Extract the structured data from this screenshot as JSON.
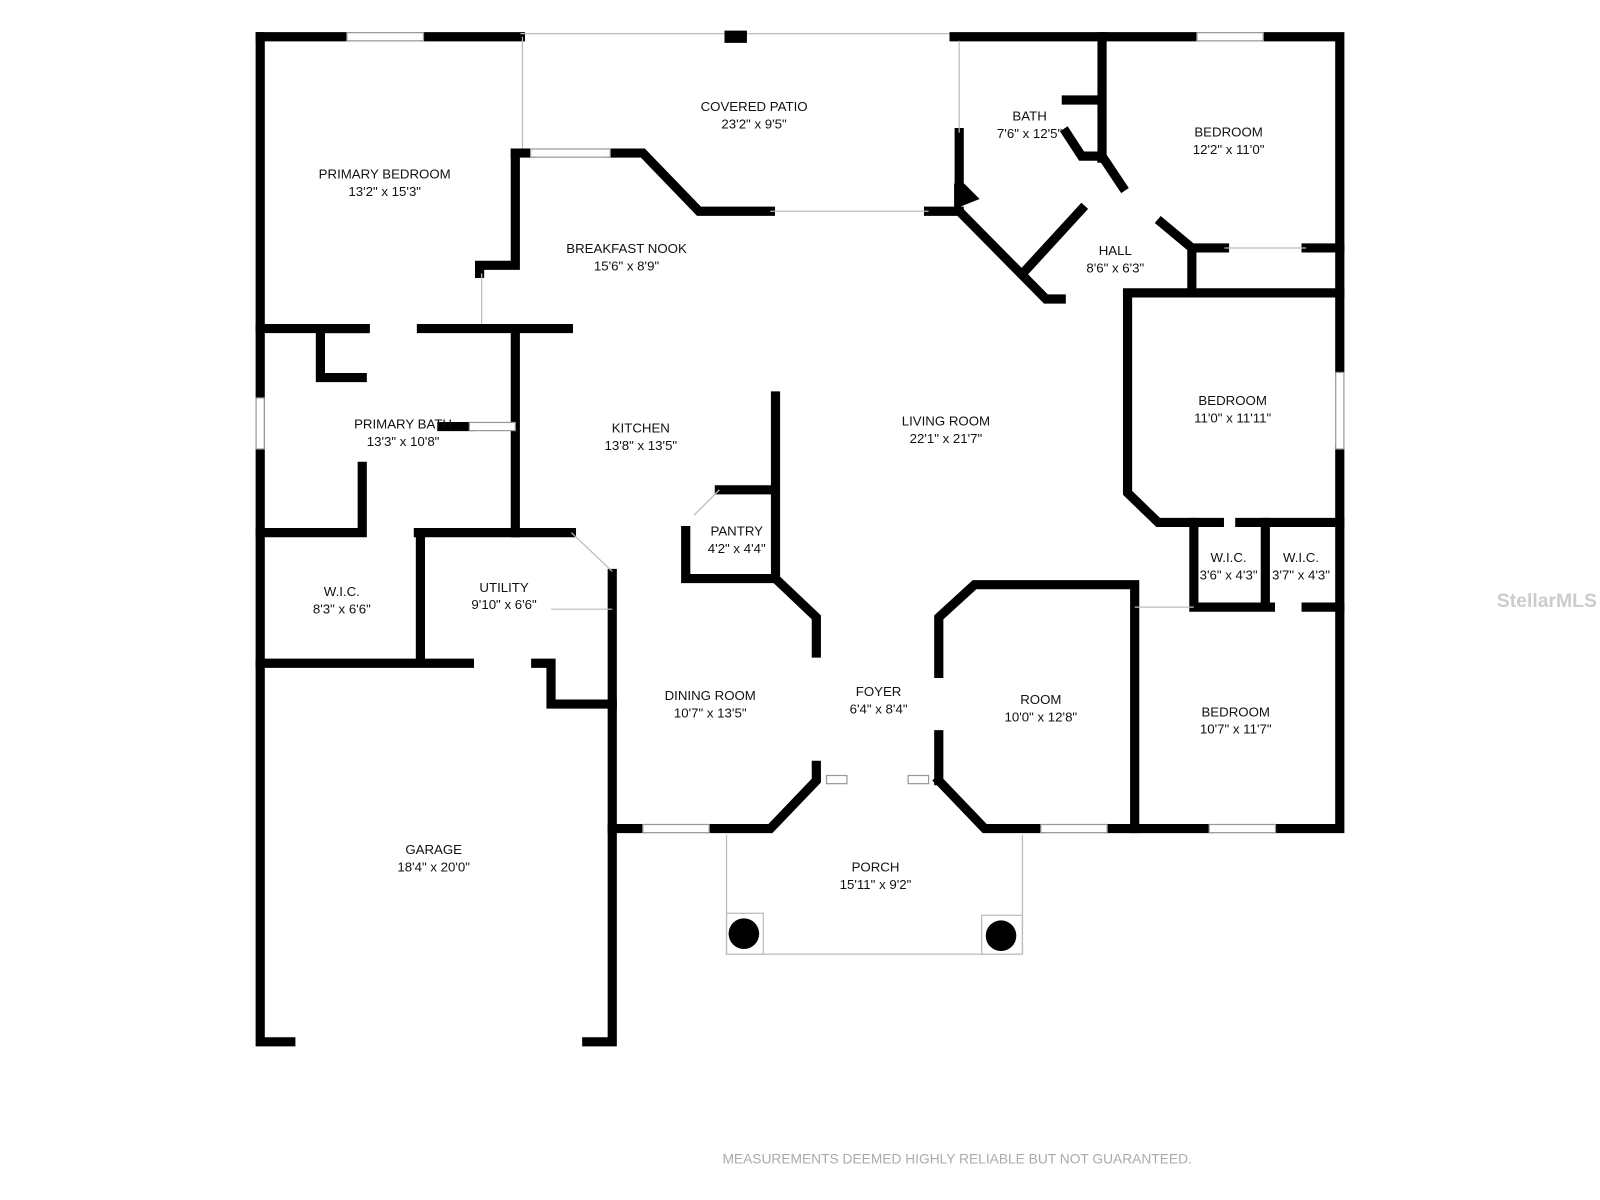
{
  "rooms": [
    {
      "name": "PRIMARY BEDROOM",
      "size": "13'2\" x 15'3\""
    },
    {
      "name": "COVERED PATIO",
      "size": "23'2\" x 9'5\""
    },
    {
      "name": "BATH",
      "size": "7'6\" x 12'5\""
    },
    {
      "name": "BEDROOM",
      "size": "12'2\" x 11'0\""
    },
    {
      "name": "BREAKFAST NOOK",
      "size": "15'6\" x 8'9\""
    },
    {
      "name": "HALL",
      "size": "8'6\" x 6'3\""
    },
    {
      "name": "PRIMARY BATH",
      "size": "13'3\" x 10'8\""
    },
    {
      "name": "KITCHEN",
      "size": "13'8\" x 13'5\""
    },
    {
      "name": "LIVING ROOM",
      "size": "22'1\" x 21'7\""
    },
    {
      "name": "BEDROOM",
      "size": "11'0\" x 11'11\""
    },
    {
      "name": "PANTRY",
      "size": "4'2\" x 4'4\""
    },
    {
      "name": "W.I.C.",
      "size": "8'3\" x 6'6\""
    },
    {
      "name": "UTILITY",
      "size": "9'10\" x 6'6\""
    },
    {
      "name": "W.I.C.",
      "size": "3'6\" x 4'3\""
    },
    {
      "name": "W.I.C.",
      "size": "3'7\" x 4'3\""
    },
    {
      "name": "DINING ROOM",
      "size": "10'7\" x 13'5\""
    },
    {
      "name": "FOYER",
      "size": "6'4\" x 8'4\""
    },
    {
      "name": "ROOM",
      "size": "10'0\" x 12'8\""
    },
    {
      "name": "BEDROOM",
      "size": "10'7\" x 11'7\""
    },
    {
      "name": "GARAGE",
      "size": "18'4\" x 20'0\""
    },
    {
      "name": "PORCH",
      "size": "15'11\" x 9'2\""
    }
  ],
  "disclaimer": "MEASUREMENTS DEEMED HIGHLY RELIABLE BUT NOT GUARANTEED.",
  "watermark": "StellarMLS"
}
